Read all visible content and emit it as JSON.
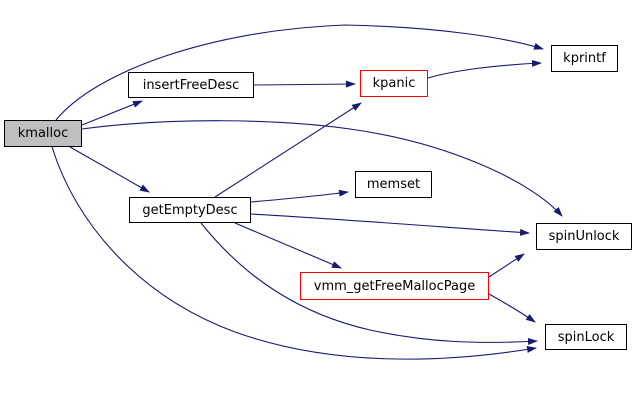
{
  "diagram": {
    "type": "call-graph",
    "root": "kmalloc",
    "background": "#ffffff",
    "edge_color": "#191970",
    "text_color": "#000000",
    "nodes": {
      "kmalloc": {
        "label": "kmalloc",
        "fill": "#bfbfbf",
        "border": "#000000",
        "role": "root"
      },
      "insertFreeDesc": {
        "label": "insertFreeDesc",
        "fill": "#ffffff",
        "border": "#000000"
      },
      "kpanic": {
        "label": "kpanic",
        "fill": "#ffffff",
        "border": "#ff0000"
      },
      "kprintf": {
        "label": "kprintf",
        "fill": "#ffffff",
        "border": "#000000"
      },
      "memset": {
        "label": "memset",
        "fill": "#ffffff",
        "border": "#000000"
      },
      "getEmptyDesc": {
        "label": "getEmptyDesc",
        "fill": "#ffffff",
        "border": "#000000"
      },
      "spinUnlock": {
        "label": "spinUnlock",
        "fill": "#ffffff",
        "border": "#000000"
      },
      "vmm_getFreeMallocPage": {
        "label": "vmm_getFreeMallocPage",
        "fill": "#ffffff",
        "border": "#ff0000"
      },
      "spinLock": {
        "label": "spinLock",
        "fill": "#ffffff",
        "border": "#000000"
      }
    },
    "edges": [
      {
        "from": "kmalloc",
        "to": "kprintf"
      },
      {
        "from": "kmalloc",
        "to": "insertFreeDesc"
      },
      {
        "from": "kmalloc",
        "to": "spinUnlock"
      },
      {
        "from": "kmalloc",
        "to": "getEmptyDesc"
      },
      {
        "from": "kmalloc",
        "to": "spinLock"
      },
      {
        "from": "insertFreeDesc",
        "to": "kpanic"
      },
      {
        "from": "kpanic",
        "to": "kprintf"
      },
      {
        "from": "getEmptyDesc",
        "to": "kpanic"
      },
      {
        "from": "getEmptyDesc",
        "to": "memset"
      },
      {
        "from": "getEmptyDesc",
        "to": "spinUnlock"
      },
      {
        "from": "getEmptyDesc",
        "to": "vmm_getFreeMallocPage"
      },
      {
        "from": "getEmptyDesc",
        "to": "spinLock"
      },
      {
        "from": "vmm_getFreeMallocPage",
        "to": "spinUnlock"
      },
      {
        "from": "vmm_getFreeMallocPage",
        "to": "spinLock"
      }
    ]
  }
}
